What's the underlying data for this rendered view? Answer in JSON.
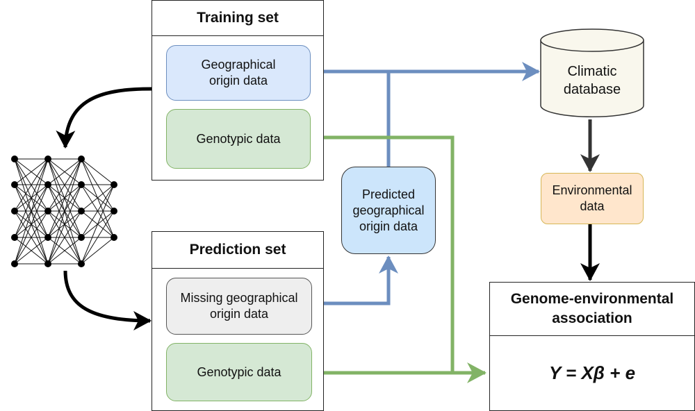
{
  "training_set": {
    "title": "Training set",
    "geo_origin": "Geographical origin data",
    "genotypic": "Genotypic data"
  },
  "prediction_set": {
    "title": "Prediction set",
    "missing_geo": "Missing geographical origin data",
    "genotypic": "Genotypic data"
  },
  "predicted_geo": "Predicted geographical origin data",
  "climatic_database": "Climatic database",
  "environmental_data": "Environmental data",
  "gea": {
    "title": "Genome-environmental association",
    "formula": "Y = Xβ + e"
  },
  "neural_network": {
    "layers": [
      5,
      5,
      5,
      3
    ]
  },
  "colors": {
    "blue_arrow": "#6c8ebf",
    "green_arrow": "#82b366",
    "dark_arrow": "#111111"
  }
}
